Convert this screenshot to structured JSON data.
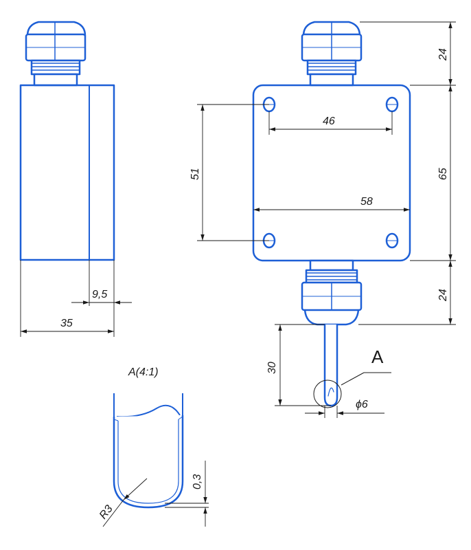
{
  "colors": {
    "outline": "#1d5fd6",
    "fill_light": "#e8f0fb",
    "dimension": "#1a1a1a",
    "hole": "#1d5fd6"
  },
  "side_view": {
    "dim_total_width": "35",
    "dim_cover_depth": "9,5"
  },
  "front_view": {
    "dim_top_gland": "24",
    "dim_body_height": "65",
    "dim_bottom_gland": "24",
    "dim_hole_spacing_h": "46",
    "dim_hole_spacing_v": "51",
    "dim_body_width": "58",
    "dim_probe_length": "30",
    "dim_probe_diameter": "ϕ6",
    "detail_marker": "A"
  },
  "detail_view": {
    "title": "A(4:1)",
    "dim_wall_thickness": "0,3",
    "dim_tip_radius": "R3"
  }
}
